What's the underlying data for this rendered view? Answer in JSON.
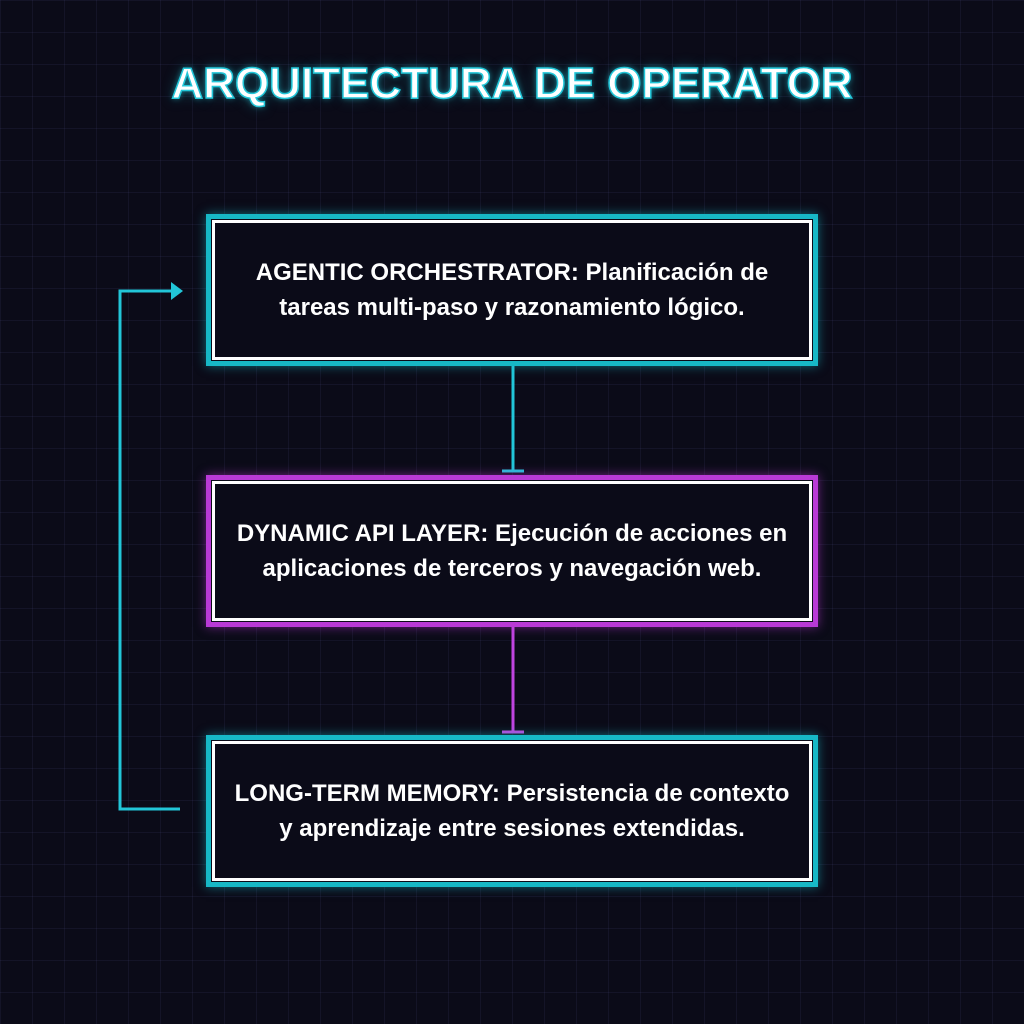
{
  "title": "ARQUITECTURA DE OPERATOR",
  "nodes": [
    {
      "text": "AGENTIC ORCHESTRATOR: Planificación de tareas multi-paso y razonamiento lógico.",
      "color": "#17b8c6"
    },
    {
      "text": "DYNAMIC API LAYER: Ejecución de acciones en aplicaciones de terceros y navegación web.",
      "color": "#b93ad6"
    },
    {
      "text": "LONG-TERM MEMORY: Persistencia de contexto y aprendizaje entre sesiones extendidas.",
      "color": "#17b8c6"
    }
  ],
  "colors": {
    "background": "#0b0b18",
    "cyan": "#22c6d8",
    "magenta": "#c044e0",
    "text": "#ffffff"
  }
}
